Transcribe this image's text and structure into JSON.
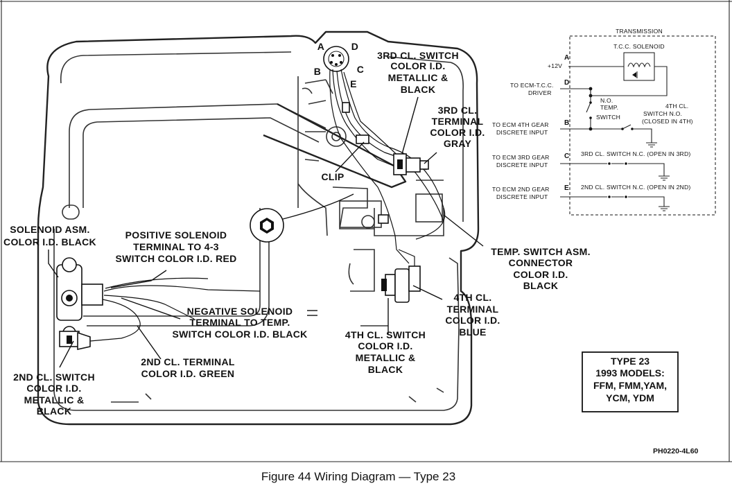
{
  "caption": "Figure 44 Wiring Diagram — Type 23",
  "reference_code": "PH0220-4L60",
  "connector_pins": [
    "A",
    "D",
    "B",
    "C",
    "E"
  ],
  "labels": {
    "third_switch": [
      "3RD CL. SWITCH",
      "COLOR I.D.",
      "METALLIC &",
      "BLACK"
    ],
    "third_terminal": [
      "3RD CL.",
      "TERMINAL",
      "COLOR I.D.",
      "GRAY"
    ],
    "clip": "CLIP",
    "solenoid_asm": [
      "SOLENOID ASM.",
      "COLOR I.D. BLACK"
    ],
    "positive_terminal": [
      "POSITIVE SOLENOID",
      "TERMINAL TO 4-3",
      "SWITCH COLOR I.D. RED"
    ],
    "negative_terminal": [
      "NEGATIVE SOLENOID",
      "TERMINAL TO TEMP.",
      "SWITCH COLOR I.D. BLACK"
    ],
    "temp_switch_connector": [
      "TEMP. SWITCH ASM.",
      "CONNECTOR",
      "COLOR I.D.",
      "BLACK"
    ],
    "fourth_terminal": [
      "4TH CL.",
      "TERMINAL",
      "COLOR I.D.",
      "BLUE"
    ],
    "fourth_switch": [
      "4TH CL. SWITCH",
      "COLOR I.D.",
      "METALLIC &",
      "BLACK"
    ],
    "second_terminal": [
      "2ND CL. TERMINAL",
      "COLOR I.D. GREEN"
    ],
    "second_switch": [
      "2ND CL. SWITCH",
      "COLOR I.D.",
      "METALLIC &",
      "BLACK"
    ]
  },
  "schematic": {
    "title": "TRANSMISSION",
    "solenoid": "T.C.C. SOLENOID",
    "plus12v": "+12V",
    "to_ecm_tcc": [
      "TO ECM-T.C.C.",
      "DRIVER"
    ],
    "no_temp_switch": [
      "N.O.",
      "TEMP.",
      "SWITCH"
    ],
    "fourth_switch_no": [
      "4TH CL.",
      "SWITCH N.O.",
      "(CLOSED IN 4TH)"
    ],
    "to_ecm_4th": [
      "TO ECM 4TH GEAR",
      "DISCRETE INPUT"
    ],
    "third_switch_nc": "3RD CL. SWITCH N.C. (OPEN IN 3RD)",
    "to_ecm_3rd": [
      "TO ECM 3RD GEAR",
      "DISCRETE INPUT"
    ],
    "second_switch_nc": "2ND CL. SWITCH N.C. (OPEN IN 2ND)",
    "to_ecm_2nd": [
      "TO ECM 2ND GEAR",
      "DISCRETE INPUT"
    ],
    "pins": [
      "A",
      "D",
      "B",
      "C",
      "E"
    ]
  },
  "type_box": [
    "TYPE 23",
    "1993 MODELS:",
    "FFM, FMM,YAM,",
    "YCM, YDM"
  ]
}
